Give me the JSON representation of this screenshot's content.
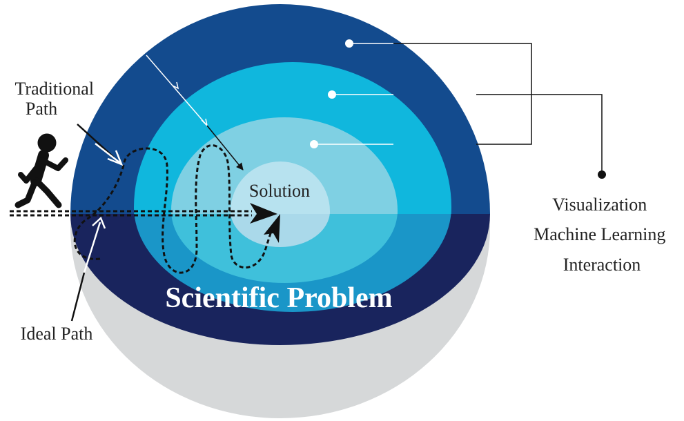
{
  "labels": {
    "solution": "Solution",
    "problem": "Scientific Problem",
    "traditional_path": [
      "Traditional",
      "Path"
    ],
    "ideal_path": "Ideal Path",
    "layers": [
      "Visualization",
      "Machine Learning",
      "Interaction"
    ]
  },
  "colors": {
    "outer_layer": "#134b8e",
    "middle_layer": "#10b7dd",
    "inner_layer": "#7fd0e3",
    "solution_core": "#b7e2ef",
    "lower_outer": "#19245d",
    "lower_middle": "#1a96c8",
    "lower_inner": "#3fc0db",
    "lower_core": "#aad9ea",
    "base_shadow": "#d6d8d9",
    "path_line": "#111111"
  }
}
